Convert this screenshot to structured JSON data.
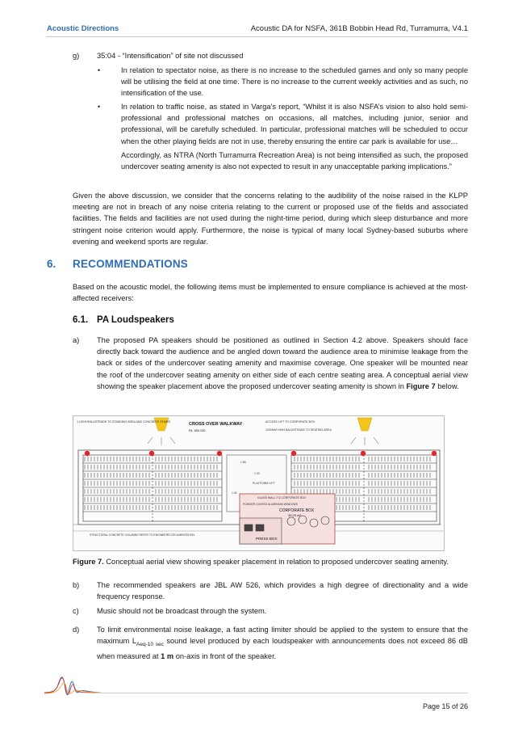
{
  "header": {
    "left": "Acoustic Directions",
    "right": "Acoustic DA for NSFA, 361B Bobbin Head Rd, Turramurra, V4.1"
  },
  "item_g": {
    "label": "g)",
    "text": "35:04 - “Intensification” of site not discussed"
  },
  "bullets": [
    {
      "symbol": "•",
      "text": "In relation to spectator noise, as there is no increase to the scheduled games and only so many people will be utilising the field at one time. There is no increase to the current weekly activities and as such, no intensification of the use."
    },
    {
      "symbol": "•",
      "text": "In relation to traffic noise, as stated in Varga’s report, “Whilst it is also NSFA’s vision to also hold semi-professional and professional matches on occasions, all matches, including junior, senior and professional, will be carefully scheduled. In particular, professional matches will be scheduled to occur when the other playing fields are not in use, thereby ensuring the entire car park is available for use…"
    }
  ],
  "quote_continuation": "Accordingly, as NTRA (North Turramurra Recreation Area) is not being intensified as such, the proposed undercover seating amenity is also not expected to result in any unacceptable parking implications.”",
  "discussion": "Given the above discussion, we consider that the concerns relating to the audibility of the noise raised in the KLPP meeting are not in breach of any noise criteria relating to the current or proposed use of the fields and associated facilities. The fields and facilities are not used during the night-time period, during which sleep disturbance and more stringent noise criterion would apply. Furthermore, the noise is typical of many local Sydney-based suburbs where evening and weekend sports are regular.",
  "section": {
    "number": "6.",
    "title": "RECOMMENDATIONS"
  },
  "section_intro": "Based on the acoustic model, the following items must be implemented to ensure compliance is achieved at the most-affected receivers:",
  "subsection": {
    "number": "6.1.",
    "title": "PA Loudspeakers"
  },
  "item_a": {
    "label": "a)",
    "text": "The proposed PA speakers should be positioned as outlined in Section 4.2 above. Speakers should face directly back toward the audience and be angled down toward the audience area to minimise leakage from the back or sides of the undercover seating amenity and maximise coverage. One speaker will be mounted near the roof of the undercover seating amenity on either side of each centre seating area. A conceptual aerial view showing the speaker placement above the proposed undercover seating amenity is shown in ",
    "ref": "Figure 7",
    "tail": " below."
  },
  "figure": {
    "labels": {
      "walkway": "CROSS OVER WALKWAY",
      "walkway_rl": "RL 188.100",
      "balustrade_left": "1-HIGH BALUSTRADE TO STANDING AREA AND CONCRETE STAIRS",
      "access_lift": "ACCESS LIFT TO CORPORATE BOX",
      "balustrade_right": "1200MM HIGH BALUSTRADE TO SEATING AREA",
      "platform_lift": "PLATFORM LIFT",
      "glass_wall": "GLASS WALL TO CORPORATE BOX",
      "powder_coated": "POWDER COATED ALUMINIUM WINDOWS",
      "corporate_box": "CORPORATE BOX",
      "corporate_area": "39.29 m²",
      "press_box": "PRESS BOX",
      "columns": "STRUCTURAL CONCRETE COLUMNS REFER TO ENGINEERS DOCUMENTATION",
      "lvl_a": "1.85",
      "lvl_b": "1.00",
      "lvl_c": "1.30"
    }
  },
  "caption": {
    "label": "Figure 7.",
    "text": " Conceptual aerial view showing speaker placement in relation to proposed undercover seating amenity."
  },
  "item_b": {
    "label": "b)",
    "text": "The recommended speakers are JBL AW 526, which provides a high degree of directionality and a wide frequency response."
  },
  "item_c": {
    "label": "c)",
    "text": "Music should not be broadcast through the system."
  },
  "item_d": {
    "label": "d)",
    "pre": "To limit environmental noise leakage, a fast acting limiter should be applied to the system to ensure that the maximum L",
    "sub": "Aeq-10 sec",
    "mid": " sound level produced by each loudspeaker with announcements does not exceed 86 dB when measured at ",
    "bold": "1 m",
    "post": " on-axis in front of the speaker."
  },
  "footer": {
    "page": "Page 15 of 26"
  },
  "colors": {
    "accent": "#2e6db5",
    "speaker_dot": "#e0262a",
    "speaker_cone": "#f3c51a"
  }
}
